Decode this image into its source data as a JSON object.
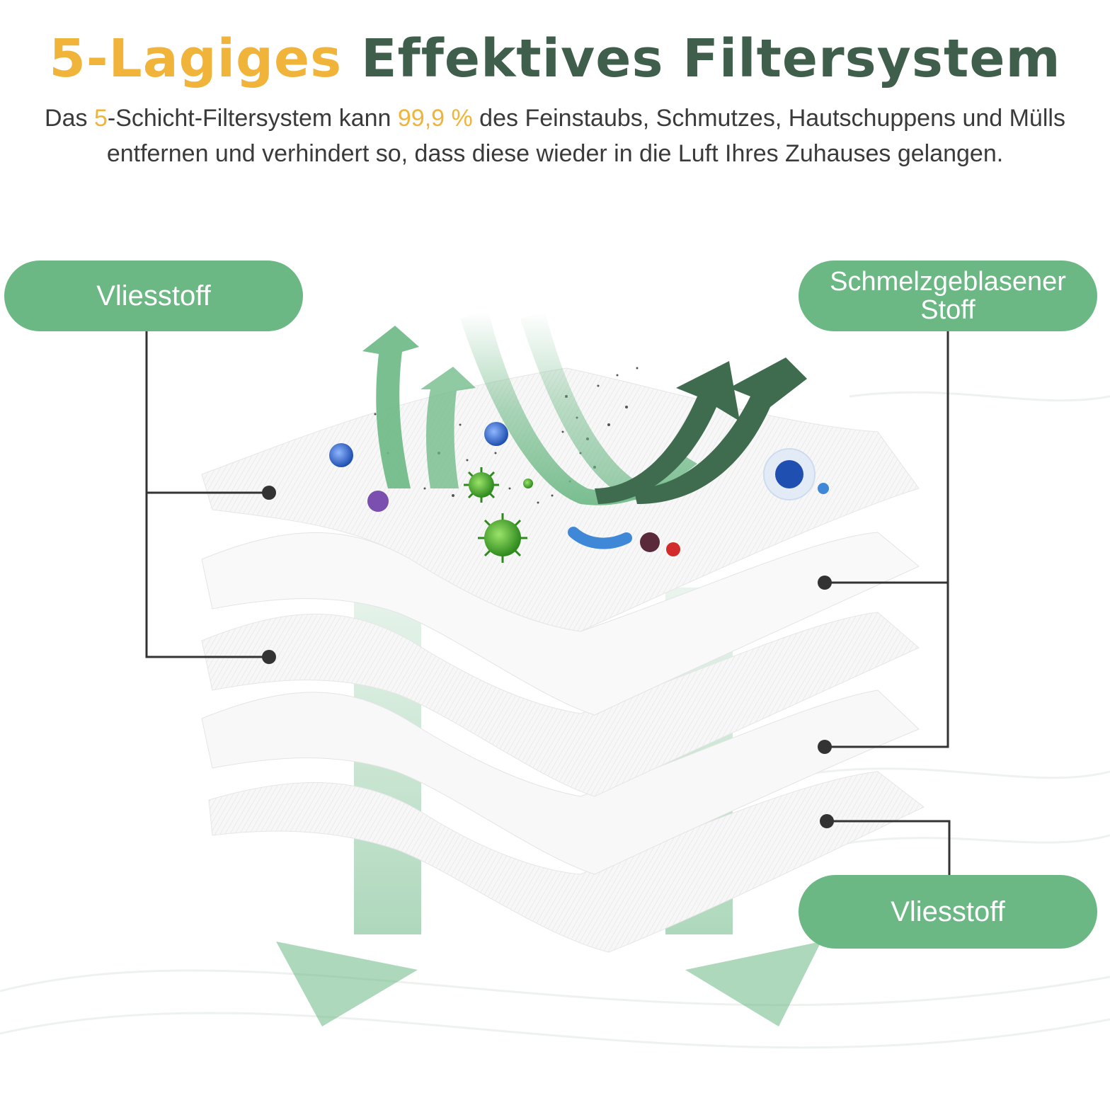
{
  "header": {
    "title_accent": "5-Lagiges",
    "title_main": "Effektives Filtersystem",
    "subtitle_pre": "Das ",
    "subtitle_num": "5",
    "subtitle_mid": "-Schicht-Filtersystem kann ",
    "subtitle_pct": "99,9 %",
    "subtitle_post": " des Feinstaubs, Schmutzes, Hautschuppens und Mülls entfernen und verhindert so, dass diese wieder in die Luft Ihres Zuhauses gelangen."
  },
  "labels": {
    "top_left": "Vliesstoff",
    "top_right_line1": "Schmelzgeblasener",
    "top_right_line2": "Stoff",
    "bottom_right": "Vliesstoff"
  },
  "colors": {
    "accent_yellow": "#f0b43a",
    "title_green": "#3f5e4b",
    "pill_green": "#6bb884",
    "arrow_light_green": "#6bb884",
    "arrow_dark_green": "#3f6b4f",
    "connector": "#333333"
  },
  "icons": {
    "up_arrows": "curved-arrow-up-icon",
    "out_arrows": "curved-arrow-out-icon",
    "down_arrows": "arrow-down-icon",
    "particles": [
      "virus-icon",
      "bacteria-icon",
      "dust-icon"
    ]
  }
}
